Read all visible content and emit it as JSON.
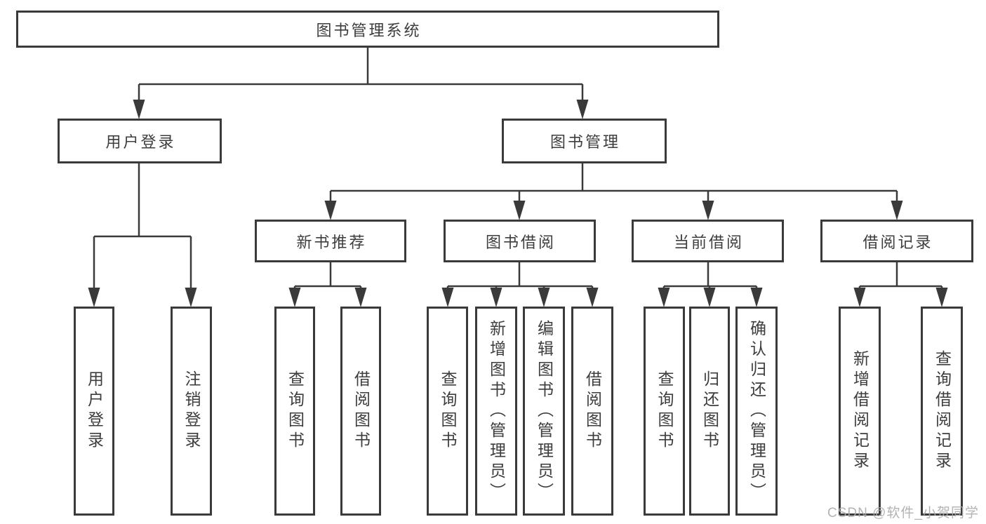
{
  "colors": {
    "background": "#ffffff",
    "line": "#3a3a3a",
    "box_border": "#3a3a3a",
    "text": "#3d3d3d",
    "watermark": "#ababab"
  },
  "watermark": "CSDN @软件_小贺同学",
  "tree": {
    "root": {
      "label": "图书管理系统",
      "children": [
        {
          "label": "用户登录",
          "children": [
            {
              "label": "用户登录"
            },
            {
              "label": "注销登录"
            }
          ]
        },
        {
          "label": "图书管理",
          "children": [
            {
              "label": "新书推荐",
              "children": [
                {
                  "label": "查询图书"
                },
                {
                  "label": "借阅图书"
                }
              ]
            },
            {
              "label": "图书借阅",
              "children": [
                {
                  "label": "查询图书"
                },
                {
                  "label": "新增图书（管理员）"
                },
                {
                  "label": "编辑图书（管理员）"
                },
                {
                  "label": "借阅图书"
                }
              ]
            },
            {
              "label": "当前借阅",
              "children": [
                {
                  "label": "查询图书"
                },
                {
                  "label": "归还图书"
                },
                {
                  "label": "确认归还（管理员）"
                }
              ]
            },
            {
              "label": "借阅记录",
              "children": [
                {
                  "label": "新增借阅记录"
                },
                {
                  "label": "查询借阅记录"
                }
              ]
            }
          ]
        }
      ]
    }
  }
}
